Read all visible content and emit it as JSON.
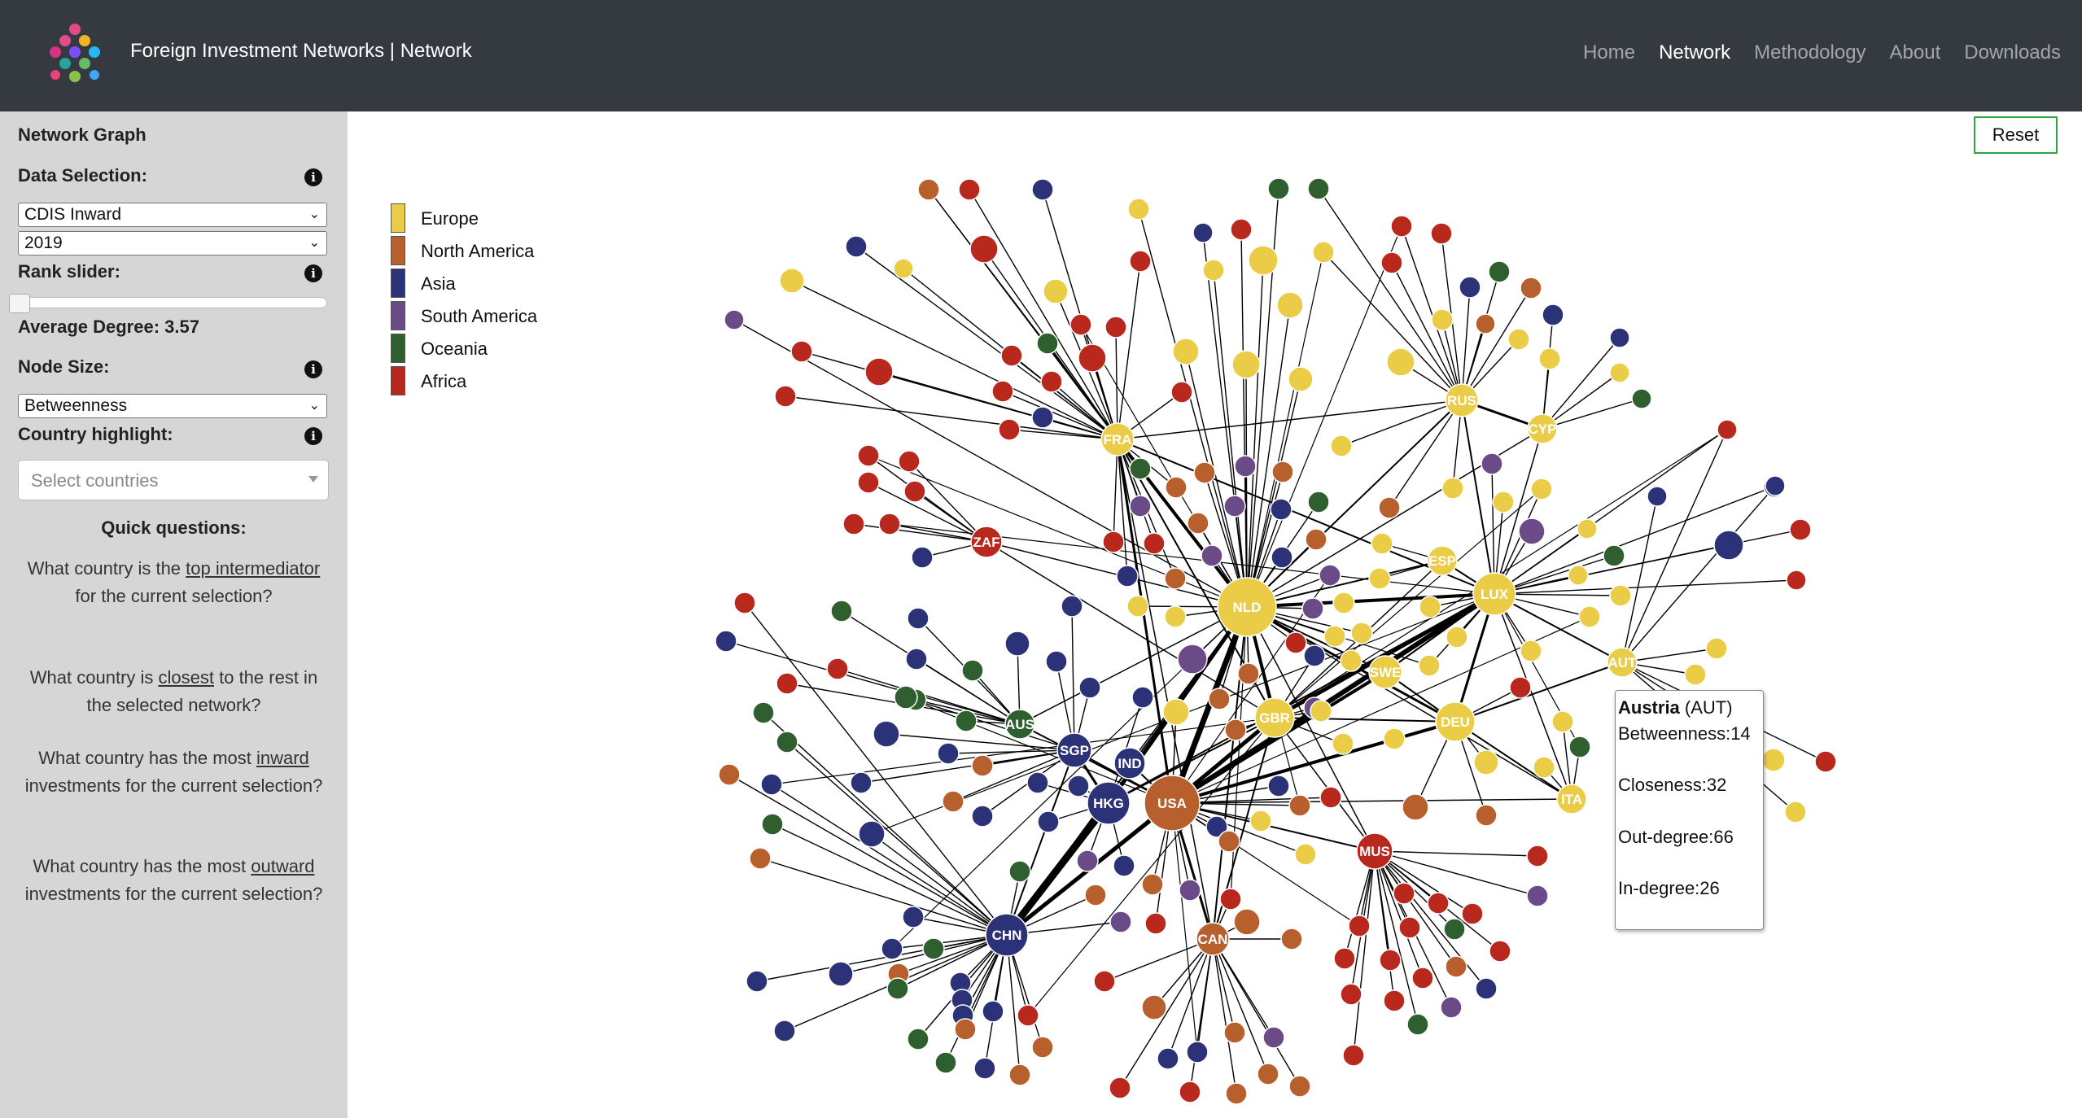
{
  "app": {
    "title": "Foreign Investment Networks | Network",
    "nav": [
      "Home",
      "Network",
      "Methodology",
      "About",
      "Downloads"
    ],
    "active_nav": "Network"
  },
  "sidebar": {
    "heading": "Network Graph",
    "data_selection_label": "Data Selection:",
    "dataset_value": "CDIS Inward",
    "year_value": "2019",
    "rank_slider_label": "Rank slider:",
    "rank_slider_value": 0,
    "average_degree": "Average Degree: 3.57",
    "node_size_label": "Node Size:",
    "node_size_value": "Betweenness",
    "country_highlight_label": "Country highlight:",
    "country_placeholder": "Select countries",
    "quick_questions_title": "Quick questions:",
    "q1": {
      "pre": "What country is the ",
      "link": "top intermediator",
      "post": " for the current selection?"
    },
    "q2": {
      "pre": "What country is ",
      "link": "closest",
      "post": " to the rest in the selected network?"
    },
    "q3": {
      "pre": "What country has the most ",
      "link": "inward",
      "post": " investments for the current selection?"
    },
    "q4": {
      "pre": "What country has the most ",
      "link": "outward",
      "post": " investments for the current selection?"
    }
  },
  "main": {
    "reset_label": "Reset",
    "legend": [
      {
        "label": "Europe",
        "color": "#ebcc47"
      },
      {
        "label": "North America",
        "color": "#b8602d"
      },
      {
        "label": "Asia",
        "color": "#2b3277"
      },
      {
        "label": "South America",
        "color": "#6b4b87"
      },
      {
        "label": "Oceania",
        "color": "#2f5e2f"
      },
      {
        "label": "Africa",
        "color": "#b8281d"
      }
    ]
  },
  "tooltip": {
    "country": "Austria",
    "code": "(AUT)",
    "betweenness": "Betweenness:14",
    "closeness": "Closeness:32",
    "out_degree": "Out-degree:66",
    "in_degree": "In-degree:26"
  },
  "graph": {
    "hub_labels": [
      "FRA",
      "RUS",
      "CYP",
      "ZAF",
      "NLD",
      "ESP",
      "LUX",
      "SWE",
      "AUT",
      "AUS",
      "SGP",
      "IND",
      "GBR",
      "DEU",
      "HKG",
      "USA",
      "ITA",
      "MUS",
      "CHN",
      "CAN"
    ]
  }
}
